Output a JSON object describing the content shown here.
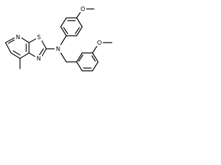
{
  "molecule": {
    "atoms": {
      "n_pyridine": "N",
      "s_thiazole": "S",
      "n_thiazole": "N",
      "n_amine": "N",
      "o_top": "O",
      "o_right": "O"
    }
  },
  "colors": {
    "bond": "#000000",
    "background": "#ffffff"
  }
}
